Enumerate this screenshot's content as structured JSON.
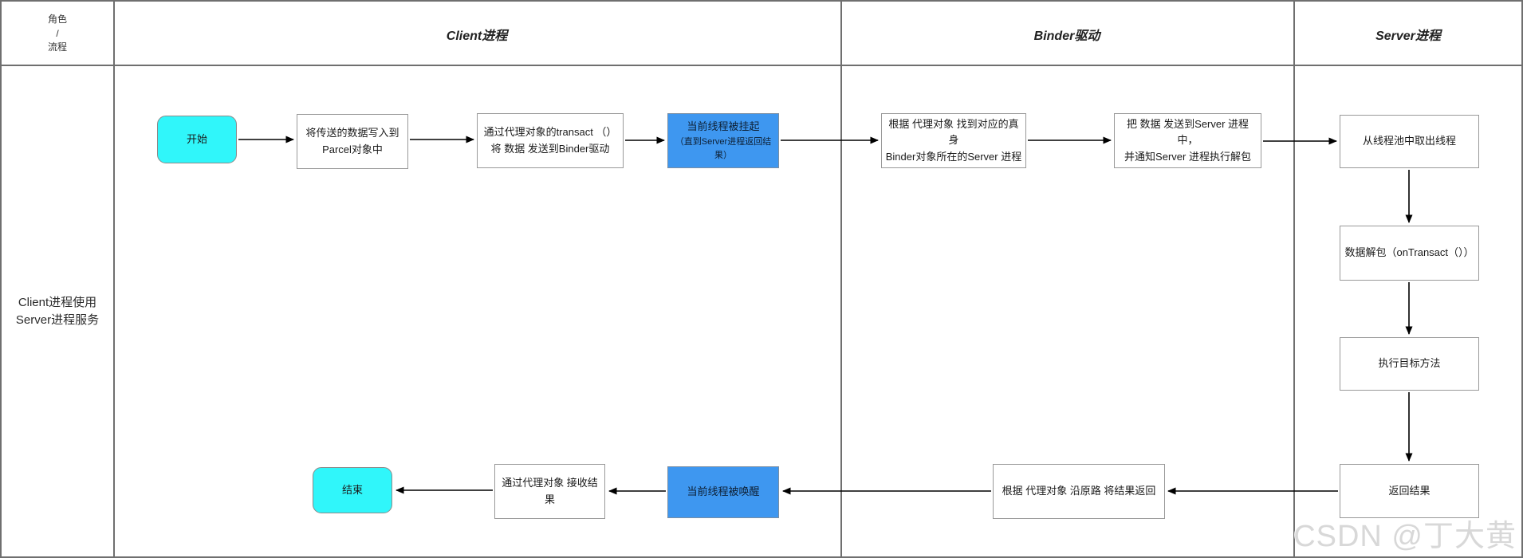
{
  "lanes": {
    "corner_label": "角色\n/\n流程",
    "column_headers": [
      "Client进程",
      "Binder驱动",
      "Server进程"
    ],
    "row_label": "Client进程使用\nServer进程服务"
  },
  "nodes": [
    {
      "id": "start",
      "type": "terminal",
      "label": "开始"
    },
    {
      "id": "write-parcel",
      "type": "process",
      "label": "将传送的数据写入到\nParcel对象中"
    },
    {
      "id": "transact-send",
      "type": "process",
      "label": "通过代理对象的transact （）\n将 数据 发送到Binder驱动"
    },
    {
      "id": "thread-suspended",
      "type": "highlight",
      "label": "当前线程被挂起",
      "sub": "（直到Server进程返回结果）"
    },
    {
      "id": "find-server",
      "type": "process",
      "label": "根据 代理对象 找到对应的真身\nBinder对象所在的Server 进程"
    },
    {
      "id": "send-to-server",
      "type": "process",
      "label": "把 数据 发送到Server 进程中，\n并通知Server 进程执行解包"
    },
    {
      "id": "take-thread",
      "type": "process",
      "label": "从线程池中取出线程"
    },
    {
      "id": "unpack",
      "type": "process",
      "label": "数据解包（onTransact（））"
    },
    {
      "id": "execute",
      "type": "process",
      "label": "执行目标方法"
    },
    {
      "id": "return-result",
      "type": "process",
      "label": "返回结果"
    },
    {
      "id": "result-back",
      "type": "process",
      "label": "根据 代理对象 沿原路 将结果返回"
    },
    {
      "id": "thread-wakeup",
      "type": "highlight",
      "label": "当前线程被唤醒"
    },
    {
      "id": "receive-result",
      "type": "process",
      "label": "通过代理对象 接收结果"
    },
    {
      "id": "end",
      "type": "terminal",
      "label": "结束"
    }
  ],
  "edges": [
    {
      "from": "start",
      "to": "write-parcel"
    },
    {
      "from": "write-parcel",
      "to": "transact-send"
    },
    {
      "from": "transact-send",
      "to": "thread-suspended"
    },
    {
      "from": "thread-suspended",
      "to": "find-server"
    },
    {
      "from": "find-server",
      "to": "send-to-server"
    },
    {
      "from": "send-to-server",
      "to": "take-thread"
    },
    {
      "from": "take-thread",
      "to": "unpack"
    },
    {
      "from": "unpack",
      "to": "execute"
    },
    {
      "from": "execute",
      "to": "return-result"
    },
    {
      "from": "return-result",
      "to": "result-back"
    },
    {
      "from": "result-back",
      "to": "thread-wakeup"
    },
    {
      "from": "thread-wakeup",
      "to": "receive-result"
    },
    {
      "from": "receive-result",
      "to": "end"
    }
  ],
  "watermark": "CSDN @丁大黄",
  "colors": {
    "terminal": "#30F6FA",
    "highlight": "#3E97F0",
    "grid": "#6f6f6f",
    "boxborder": "#999999",
    "arrow": "#000000",
    "watermark": "#d8d8d8"
  }
}
